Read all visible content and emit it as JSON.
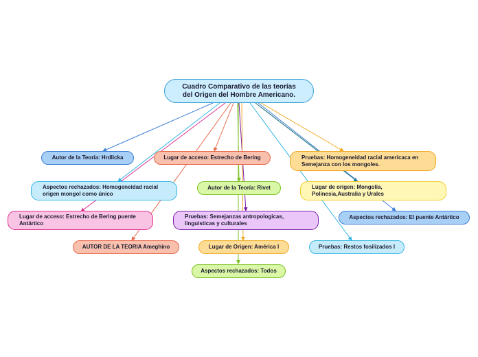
{
  "root": {
    "title": "Cuadro Comparativo de las teorías\ndel Origen del Hombre Americano.",
    "color": "#cdeeff",
    "border": "#3a9fd6"
  },
  "nodes": {
    "hrdlicka_author": "Autor de la Teoría: Hrdlicka",
    "hrdlicka_rejected": "Aspectos rechazados: Homogeneidad racial\norigen mongol como único",
    "ameghino_access": "Lugar de acceso: Estrecho de Bering  puente\nAntártico",
    "ameghino_author": "AUTOR DE LA TEORIA Ameghino",
    "bering_access": "Lugar de acceso: Estrecho de Bering",
    "rivet_author": "Autor de la Teoría: Rivet",
    "rivet_evidence": "Pruebas: Semejanzas antropologicas,\nlinguisticas y culturales",
    "origin_america": "Lugar de Origen: América l",
    "rejected_all": "Aspectos rechazados: Todos",
    "evidence_mongols": "Pruebas: Homogeneidad racial americaca en\nSemejanza con los mongoles.",
    "origin_mongolia": "Lugar de origen: Mongolia,\nPolinesia,Australia y Urales",
    "rejected_bridge": "Aspectos rechazados: El puente Antártico",
    "evidence_fossils": "Pruebas: Restos fosilizados l"
  },
  "colors": {
    "blue_fill": "#a8cff5",
    "blue_border": "#3d7fd6",
    "cyan_fill": "#c6ecfb",
    "cyan_border": "#33b5e5",
    "pink_fill": "#f9c3e4",
    "pink_border": "#e0308f",
    "salmon_fill": "#f8c0ad",
    "salmon_border": "#e8684a",
    "green_fill": "#d9f7a6",
    "green_border": "#7cc124",
    "purple_fill": "#ebc6f9",
    "purple_border": "#7a1fa8",
    "orange_fill": "#fddc96",
    "orange_border": "#f0a922",
    "yellow_fill": "#fff7b5",
    "yellow_border": "#f2cd2a",
    "teal_line": "#17707a"
  }
}
